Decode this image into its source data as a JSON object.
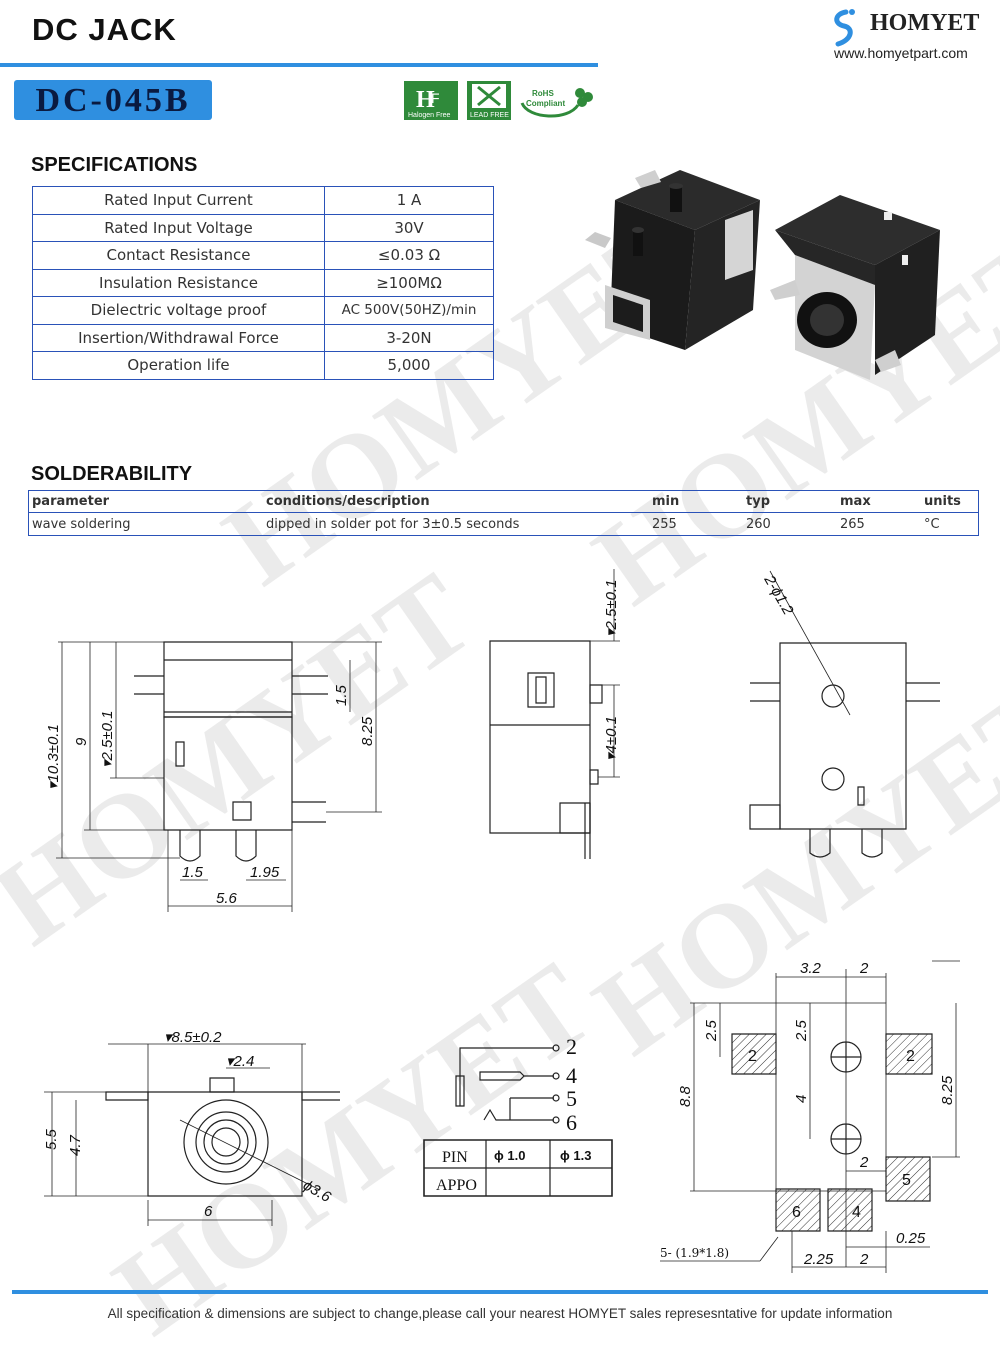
{
  "header": {
    "title": "DC JACK",
    "brand": "HOMYET",
    "website": "www.homyetpart.com",
    "model": "DC-045B",
    "watermark": "HOMYET"
  },
  "badges": [
    {
      "name": "halogen-free",
      "caption": "Halogen Free"
    },
    {
      "name": "lead-free",
      "caption": "LEAD FREE"
    },
    {
      "name": "rohs",
      "caption": "RoHS Compliant"
    }
  ],
  "specifications": {
    "title": "SPECIFICATIONS",
    "rows": [
      {
        "label": "Rated Input Current",
        "value": "1 A"
      },
      {
        "label": "Rated Input Voltage",
        "value": "30V"
      },
      {
        "label": "Contact Resistance",
        "value": "≤0.03 Ω"
      },
      {
        "label": "Insulation Resistance",
        "value": "≥100MΩ"
      },
      {
        "label": "Dielectric voltage proof",
        "value": "AC 500V(50HZ)/min"
      },
      {
        "label": "Insertion/Withdrawal Force",
        "value": "3-20N"
      },
      {
        "label": "Operation life",
        "value": "5,000"
      }
    ]
  },
  "solderability": {
    "title": "SOLDERABILITY",
    "headers": [
      "parameter",
      "conditions/description",
      "min",
      "typ",
      "max",
      "units"
    ],
    "row": [
      "wave soldering",
      "dipped in solder pot for  3±0.5 seconds",
      "255",
      "260",
      "265",
      "°C"
    ]
  },
  "drawings": {
    "front": {
      "h_total": "▾10.3±0.1",
      "h_9": "9",
      "h_25": "▾2.5±0.1",
      "w_15": "1.5",
      "w_195": "1.95",
      "w_56": "5.6",
      "r_15": "1.5",
      "r_825": "8.25"
    },
    "side": {
      "d25": "▾2.5±0.1",
      "d4": "▾4±0.1"
    },
    "top": {
      "hole": "2-ϕ1.2"
    },
    "end": {
      "w85": "▾8.5±0.2",
      "w24": "▾2.4",
      "h55": "5.5",
      "h47": "4.7",
      "w6": "6",
      "d36": "ϕ3.6"
    },
    "schematic": {
      "pins": [
        "2",
        "4",
        "5",
        "6"
      ],
      "pin_label": "PIN",
      "appo_label": "APPO",
      "d10": "ϕ 1.0",
      "d13": "ϕ 1.3"
    },
    "footprint": {
      "w32": "3.2",
      "w2a": "2",
      "h25a": "2.5",
      "h25b": "2.5",
      "h4": "4",
      "h88": "8.8",
      "h825": "8.25",
      "w2b": "2",
      "w025": "0.25",
      "w225": "2.25",
      "w2c": "2",
      "pads": "5- (1.9*1.8)",
      "p2a": "2",
      "p2b": "2",
      "p5": "5",
      "p6": "6",
      "p4": "4"
    }
  },
  "footer": "All specification & dimensions are subject to change,please call your nearest HOMYET sales represesntative for update information",
  "colors": {
    "accent": "#2f8fe0",
    "table_border": "#2a52b8"
  }
}
